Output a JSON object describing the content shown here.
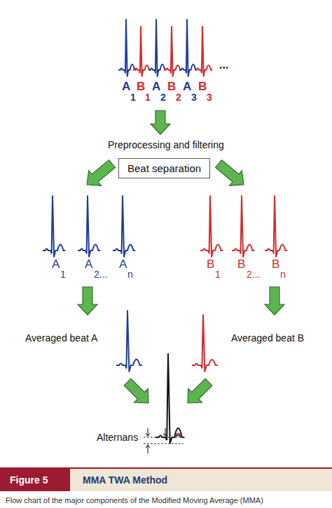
{
  "diagram": {
    "caption": "Flow chart of the major components of the Modified Moving Average (MMA)",
    "nodes": [
      {
        "text": [
          "Beat separation"
        ]
      },
      {
        "text": [
          "MMA TWA Method"
        ]
      },
      {
        "text": [
          "Figure 5"
        ],
        "in": 1
      }
    ],
    "labels": [
      "A",
      "1",
      "B",
      "1",
      "A",
      "2",
      "B",
      "2",
      "A",
      "3",
      "B",
      "3",
      "...",
      "Preprocessing and filtering",
      "A",
      "1",
      "A",
      "2...",
      "A",
      "n",
      "B",
      "1",
      "B",
      "2...",
      "B",
      "n",
      "Averaged beat A",
      "Averaged beat B",
      "Alternans"
    ]
  }
}
